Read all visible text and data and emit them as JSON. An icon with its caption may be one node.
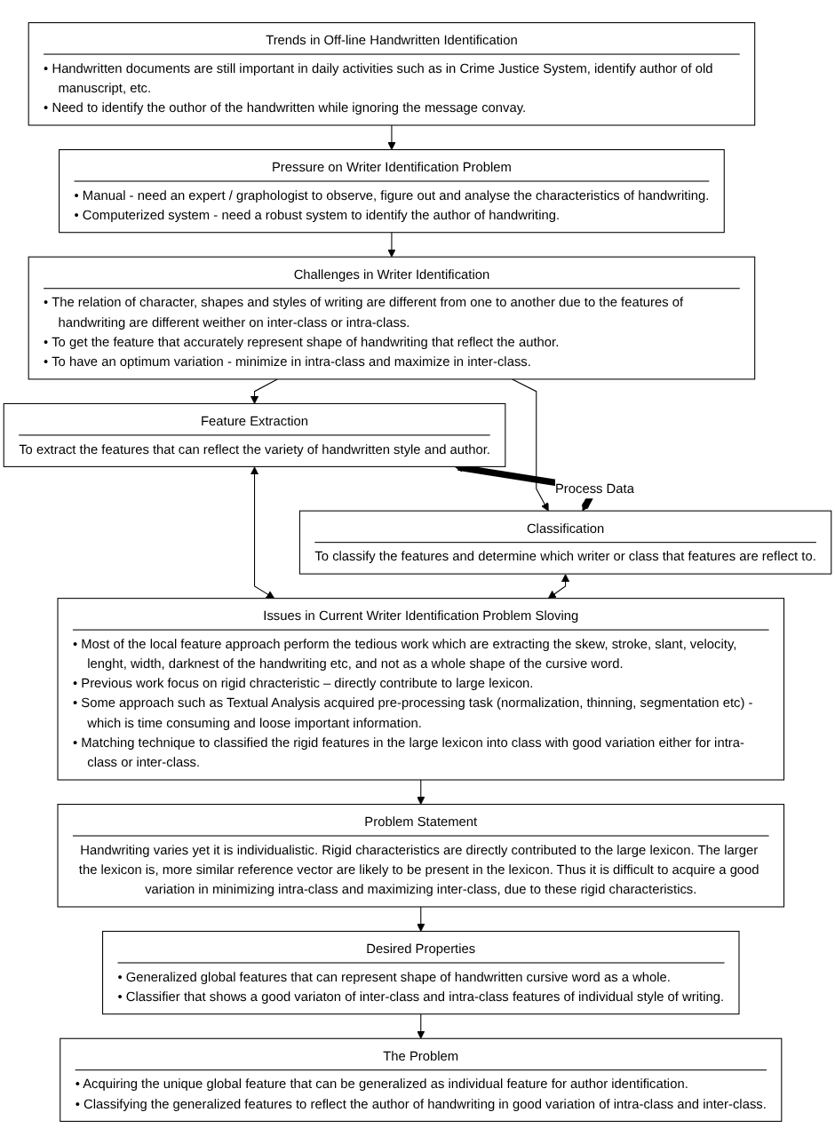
{
  "diagram": {
    "nodes": [
      {
        "text": [
          "Trends in Off-line Handwritten Identification",
          "• Handwritten documents are still important in daily activities such as in Crime Justice System, identify author of old manuscript, etc.",
          "• Need to identify the outhor of the handwritten while ignoring the message convay."
        ]
      },
      {
        "text": [
          "Pressure on Writer Identification Problem",
          "• Manual - need an expert / graphologist to observe, figure out and analyse the characteristics of handwriting.",
          "• Computerized system - need a robust system to identify the author of handwriting."
        ]
      },
      {
        "text": [
          "Challenges in Writer Identification",
          "• The relation of character, shapes and styles of writing are different from one to another due to the features of handwriting are different weither on inter-class or intra-class.",
          "• To get the feature that accurately represent shape of handwriting that reflect the author.",
          "• To have an optimum variation - minimize in intra-class and maximize in inter-class."
        ]
      },
      {
        "text": [
          "Feature Extraction",
          "To extract the features that can reflect the variety of handwritten style and author."
        ]
      },
      {
        "text": [
          "Classification",
          "To classify the features and determine which writer or class that features are reflect to."
        ]
      },
      {
        "text": [
          "Issues in Current Writer Identification Problem Sloving",
          "• Most of the local feature approach perform the tedious work which are extracting the skew, stroke, slant, velocity, lenght, width, darknest of the handwriting etc, and not as a whole shape of the cursive word.",
          "• Previous work focus on rigid chracteristic – directly contribute to large lexicon.",
          "• Some approach such as Textual Analysis acquired pre-processing task (normalization, thinning, segmentation etc) - which is time consuming and loose important information.",
          "• Matching technique to classified the rigid features in the large lexicon into class with good variation either for intra-class or inter-class."
        ]
      },
      {
        "text": [
          "Problem Statement",
          "Handwriting varies yet it is individualistic. Rigid characteristics are directly contributed to the large lexicon. The larger the lexicon is, more similar reference vector are likely to be present in the lexicon. Thus it is difficult to acquire a good variation in minimizing intra-class and maximizing inter-class, due to these rigid characteristics."
        ]
      },
      {
        "text": [
          "Desired Properties",
          "• Generalized global features that can represent shape of handwritten cursive word as a whole.",
          "• Classifier that shows a good variaton of inter-class and intra-class features of individual style of writing."
        ]
      },
      {
        "text": [
          "The Problem",
          "• Acquiring the unique global feature that can be generalized as individual feature for author identification.",
          "• Classifying the generalized features to reflect the author of handwriting in good variation of intra-class and inter-class."
        ]
      }
    ],
    "edges": [
      {
        "from": 0,
        "to": 1,
        "arrow": "to"
      },
      {
        "from": 1,
        "to": 2,
        "arrow": "to"
      },
      {
        "from": 2,
        "to": 3,
        "arrow": "to"
      },
      {
        "from": 2,
        "to": 4,
        "arrow": "to"
      },
      {
        "from": 3,
        "to": 4,
        "arrow": "both",
        "label": "Process Data",
        "style": "thick"
      },
      {
        "from": 3,
        "to": 5,
        "arrow": "both"
      },
      {
        "from": 4,
        "to": 5,
        "arrow": "both"
      },
      {
        "from": 5,
        "to": 6,
        "arrow": "to"
      },
      {
        "from": 6,
        "to": 7,
        "arrow": "to"
      },
      {
        "from": 7,
        "to": 8,
        "arrow": "to"
      }
    ]
  }
}
